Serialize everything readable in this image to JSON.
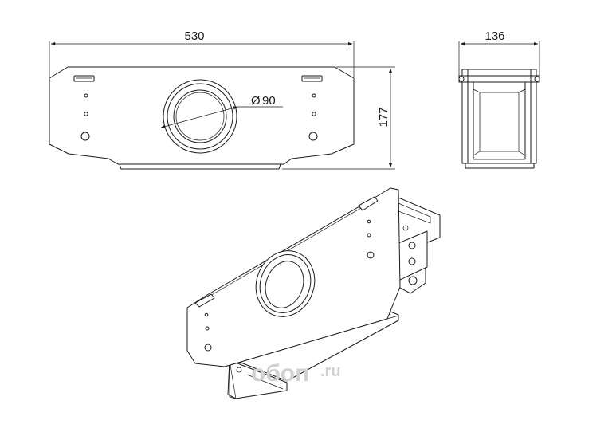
{
  "dimensions": {
    "width": "530",
    "width_side": "136",
    "height": "177",
    "diameter": "90"
  },
  "symbols": {
    "diameter_symbol": "Ø"
  },
  "watermark": {
    "brand": "обоп",
    "suffix": ".ru"
  },
  "colors": {
    "stroke": "#1a1a1a",
    "watermark": "#d0d0d0",
    "background": "#ffffff"
  }
}
